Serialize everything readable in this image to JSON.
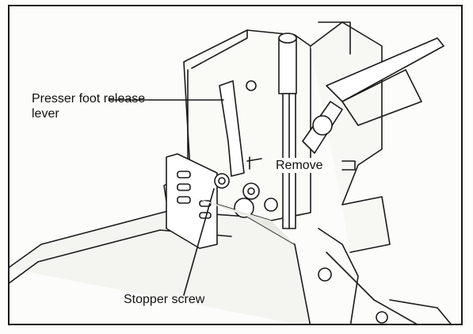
{
  "figure": {
    "labels": {
      "presser_foot_release_lever": "Presser foot release lever",
      "remove": "Remove",
      "stopper_screw": "Stopper screw"
    },
    "colors": {
      "line": "#1a1a1a",
      "paper": "#fcfcfa",
      "shade": "#e9e9e4"
    }
  }
}
